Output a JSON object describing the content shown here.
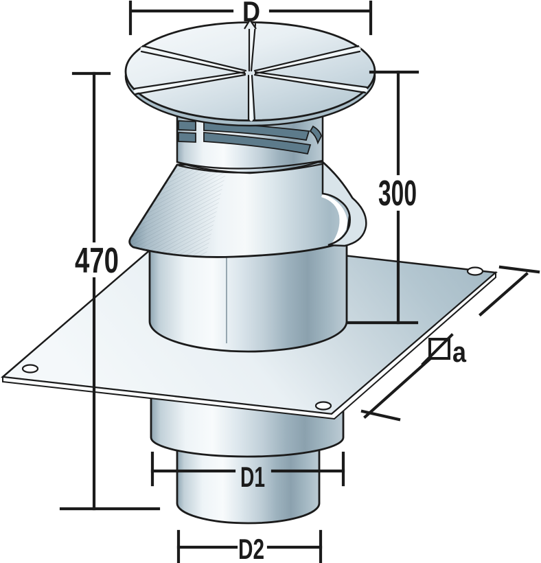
{
  "diagram": {
    "type": "technical-drawing",
    "subject": "chimney flue terminal with rain cap, storm collar and square base plate",
    "labels": {
      "top_diameter": "D",
      "overall_height": "470",
      "upper_height": "300",
      "plate_size": "a",
      "mid_diameter": "D1",
      "bottom_diameter": "D2"
    },
    "symbols": {
      "plate_size_symbol": "square-with-diagonal"
    },
    "parts": {
      "cap": "rain-cap",
      "collar": "vent-collar",
      "cone": "storm-collar-cone",
      "sleeve": "outer-sleeve",
      "plate": "base-plate",
      "pipe": "flue-pipe"
    },
    "colors": {
      "outline": "#1b1b1b",
      "metal_light": "#f7fafb",
      "metal_mid": "#c6d5dd",
      "metal_dark": "#8ba1ae",
      "slot": "#5d7b8b",
      "plate_light": "#f2f7f9",
      "plate_dark": "#a0b6c2",
      "background": "#ffffff"
    }
  }
}
